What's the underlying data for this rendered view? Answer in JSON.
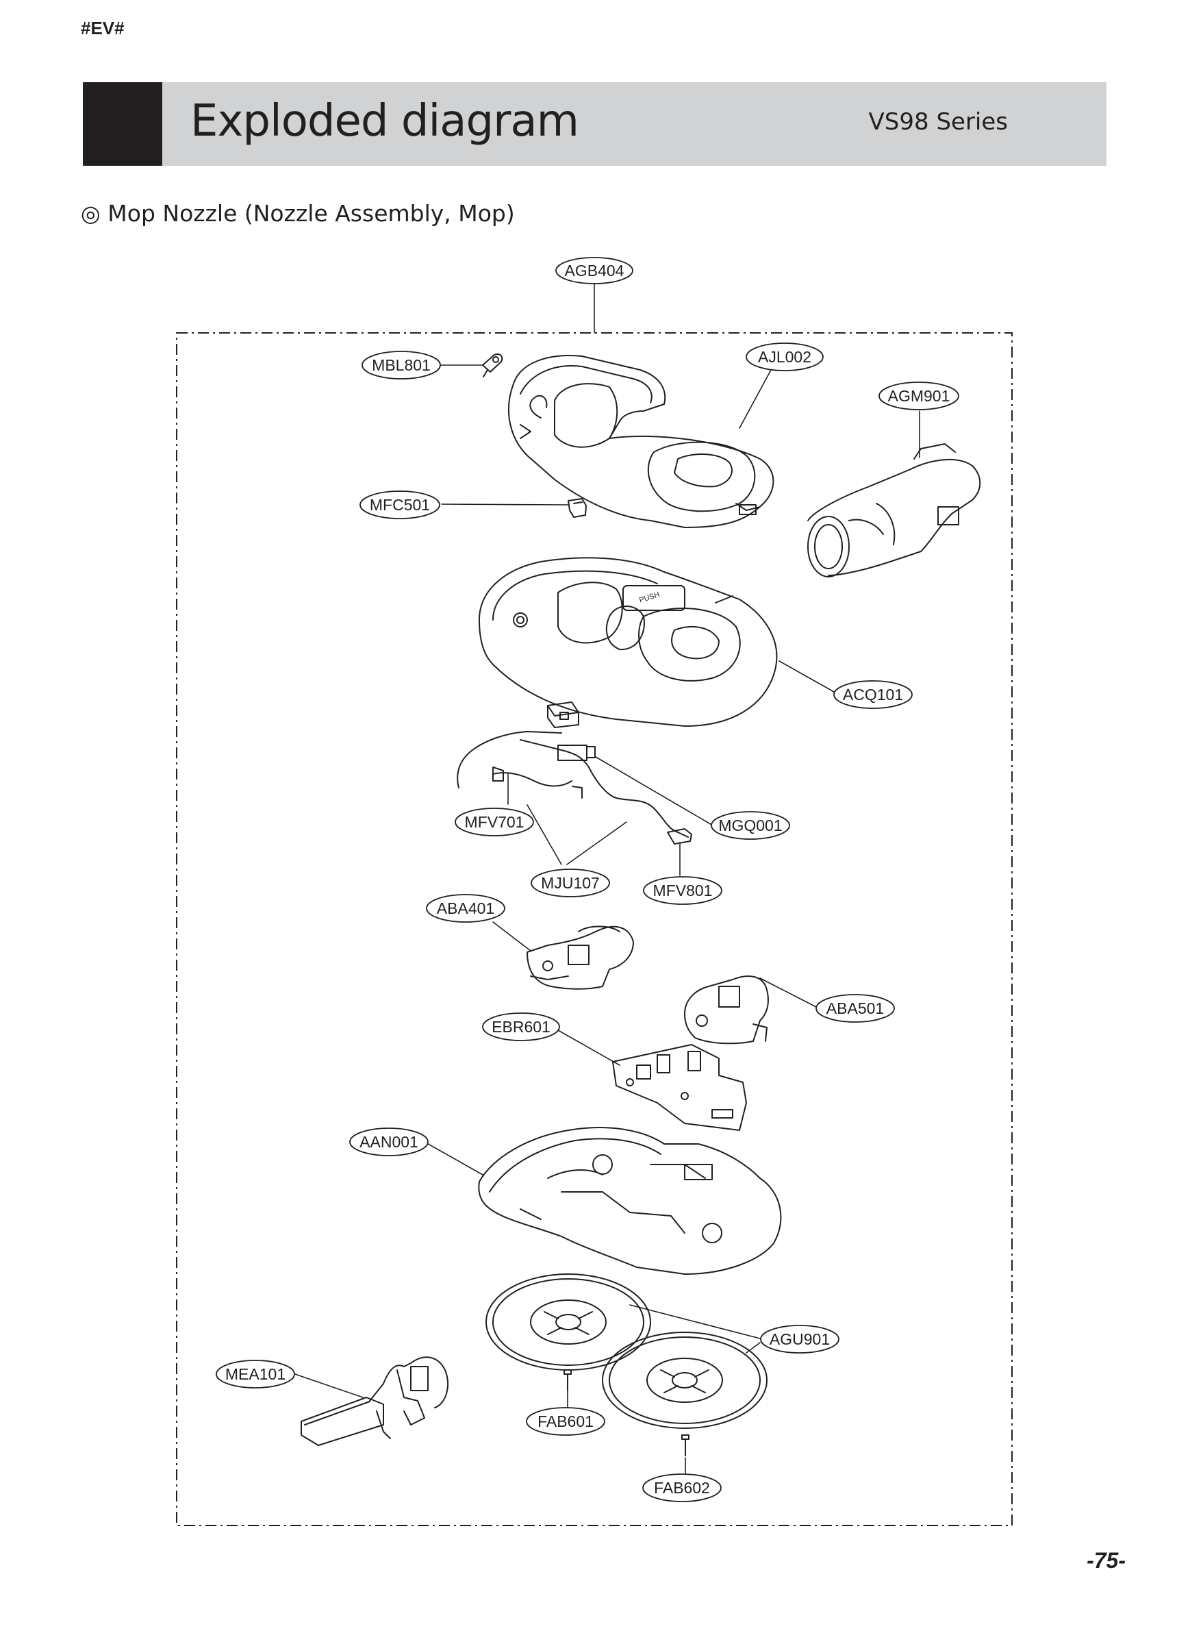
{
  "header": {
    "tag": "#EV#",
    "title": "Exploded diagram",
    "series": "VS98 Series"
  },
  "section": {
    "symbol": "◎",
    "title": "Mop Nozzle (Nozzle Assembly, Mop)"
  },
  "callouts": {
    "AGB404": "AGB404",
    "MBL801": "MBL801",
    "AJL002": "AJL002",
    "AGM901": "AGM901",
    "MFC501": "MFC501",
    "ACQ101": "ACQ101",
    "MFV701": "MFV701",
    "MGQ001": "MGQ001",
    "MJU107": "MJU107",
    "MFV801": "MFV801",
    "ABA401": "ABA401",
    "ABA501": "ABA501",
    "EBR601": "EBR601",
    "AAN001": "AAN001",
    "AGU901": "AGU901",
    "MEA101": "MEA101",
    "FAB601": "FAB601",
    "FAB602": "FAB602"
  },
  "parts_labels": {
    "push": "PUSH"
  },
  "footer": {
    "page_number": "-75-"
  }
}
